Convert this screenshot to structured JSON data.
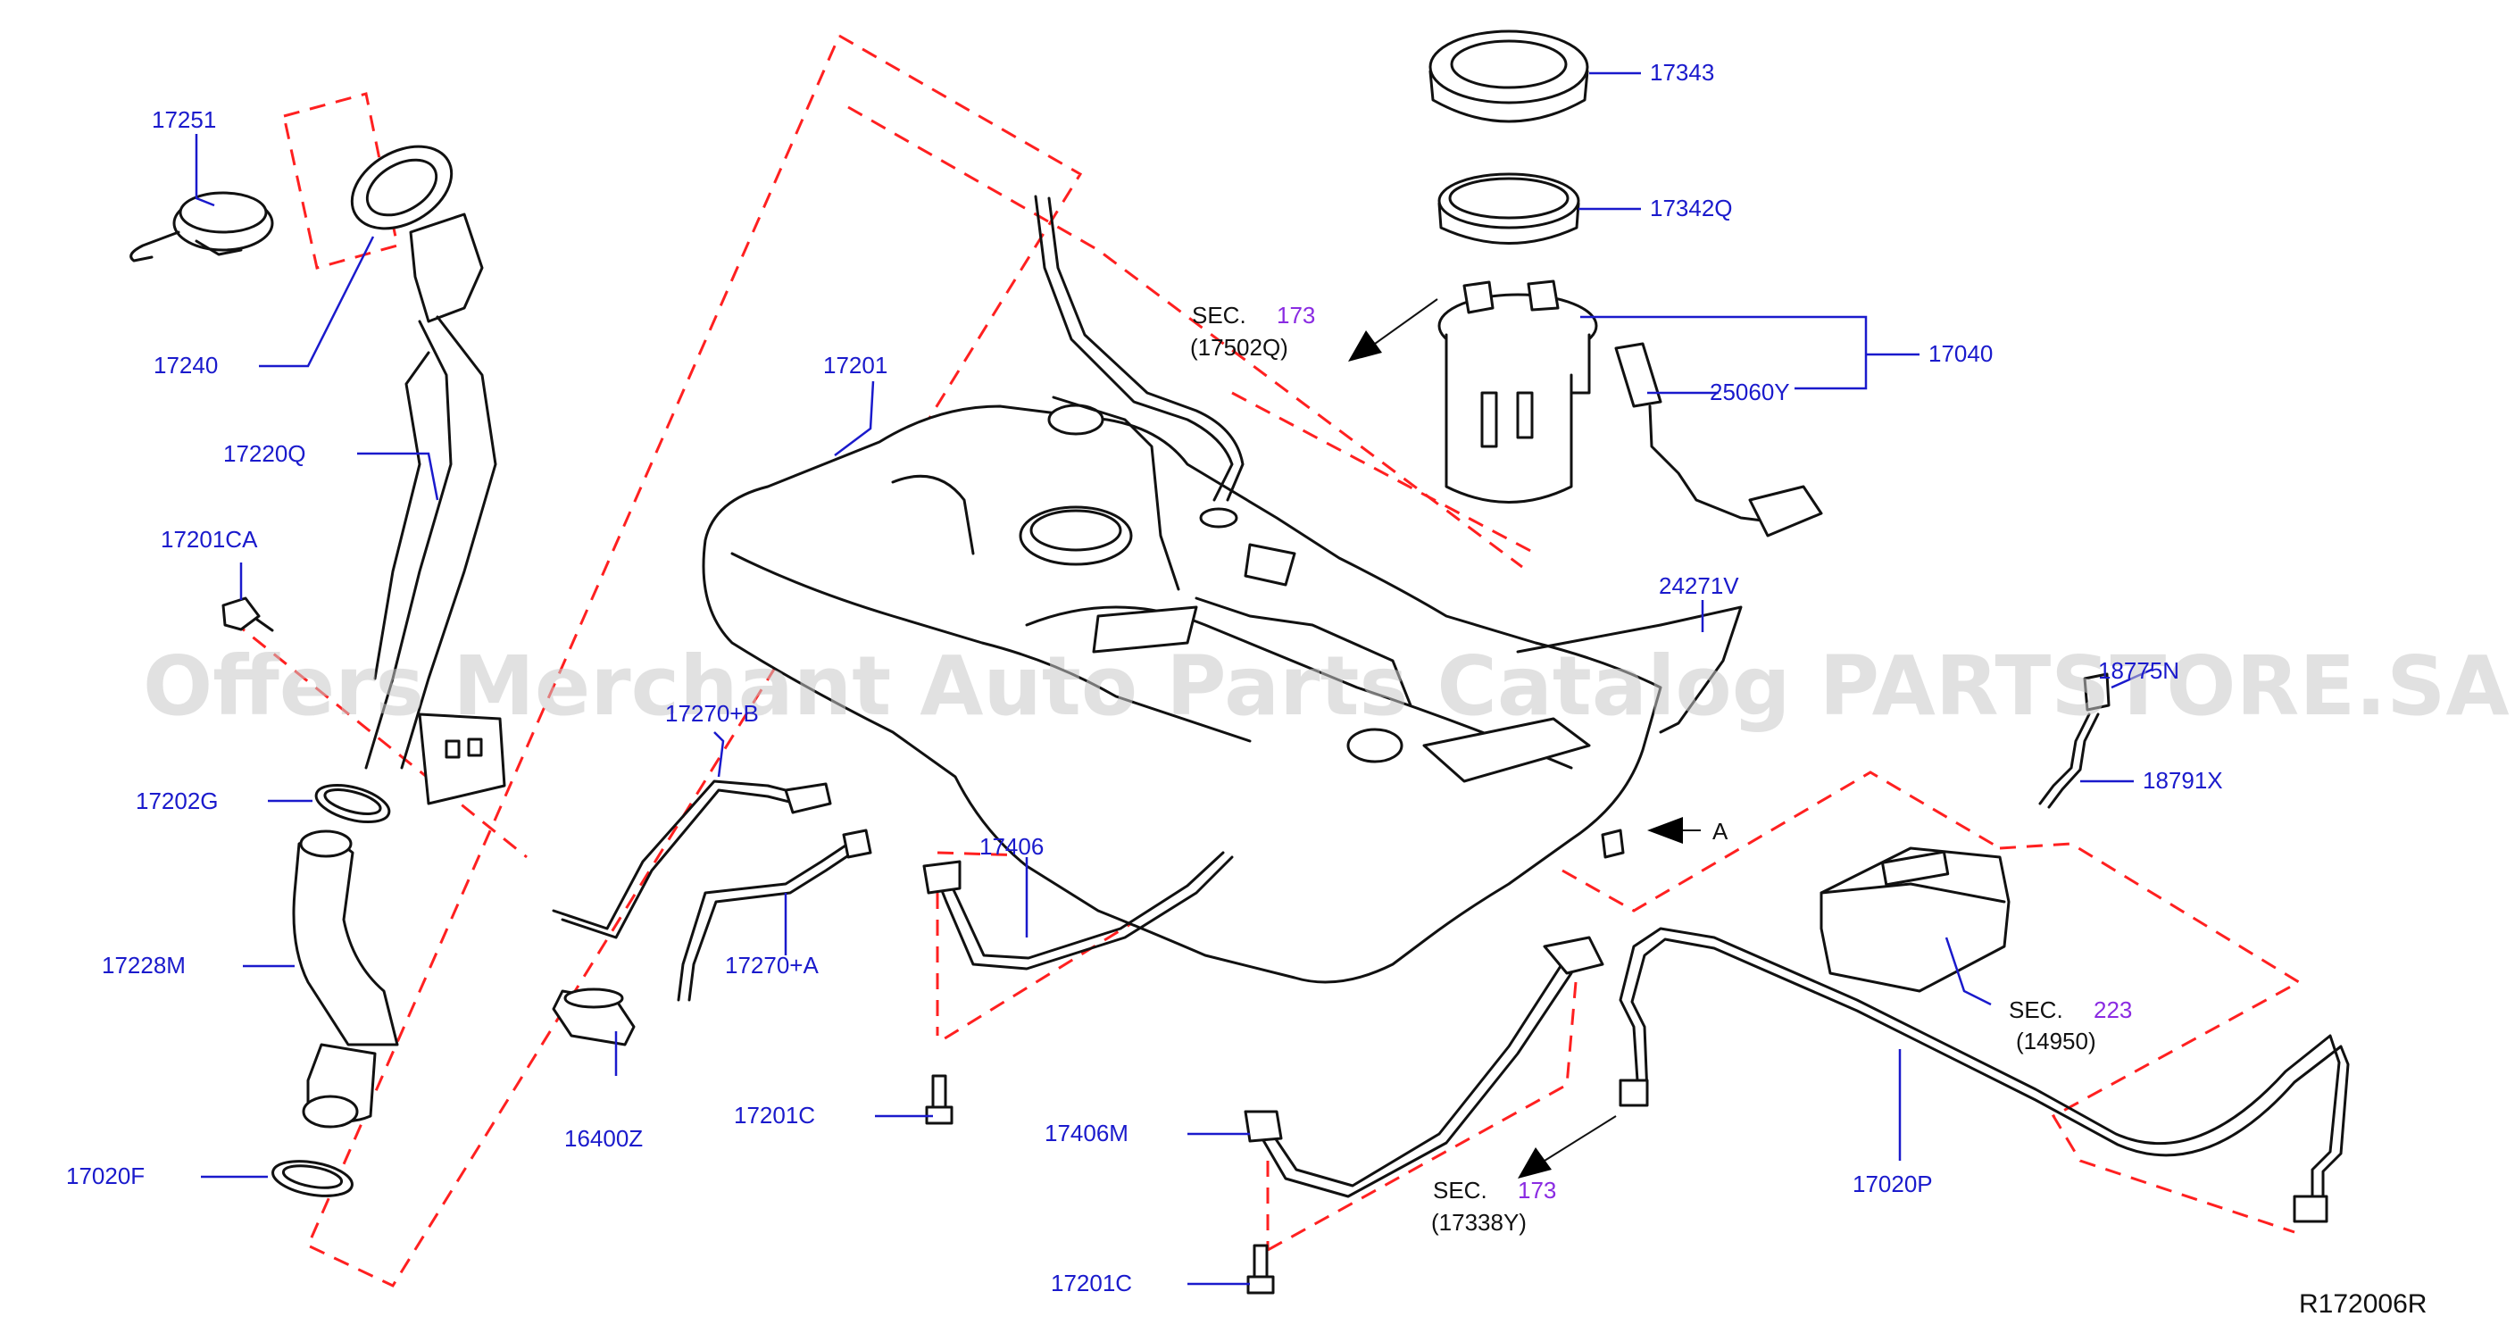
{
  "watermark": "Offers Merchant Auto Parts Catalog PARTSTORE.SA",
  "reference": "R172006R",
  "parts": {
    "p17251": "17251",
    "p17240": "17240",
    "p17220Q": "17220Q",
    "p17201CA": "17201CA",
    "p17202G": "17202G",
    "p17228M": "17228M",
    "p17020F": "17020F",
    "p17201": "17201",
    "p17270B": "17270+B",
    "p17270A": "17270+A",
    "p16400Z": "16400Z",
    "p17201C_1": "17201C",
    "p17406": "17406",
    "p17406M": "17406M",
    "p17201C_2": "17201C",
    "p17343": "17343",
    "p17342Q": "17342Q",
    "p17040": "17040",
    "p25060Y": "25060Y",
    "p24271V": "24271V",
    "p18775N": "18775N",
    "p18791X": "18791X",
    "p17020P": "17020P"
  },
  "view_marker": "A",
  "sections": {
    "s1": {
      "prefix": "SEC.",
      "number": "173",
      "part": "(17502Q)"
    },
    "s2": {
      "prefix": "SEC.",
      "number": "173",
      "part": "(17338Y)"
    },
    "s3": {
      "prefix": "SEC.",
      "number": "223",
      "part": "(14950)"
    }
  },
  "colors": {
    "label": "#1a1acc",
    "section_number": "#8a2be2",
    "phantom_line": "#ff2020",
    "line_art": "#111111"
  }
}
